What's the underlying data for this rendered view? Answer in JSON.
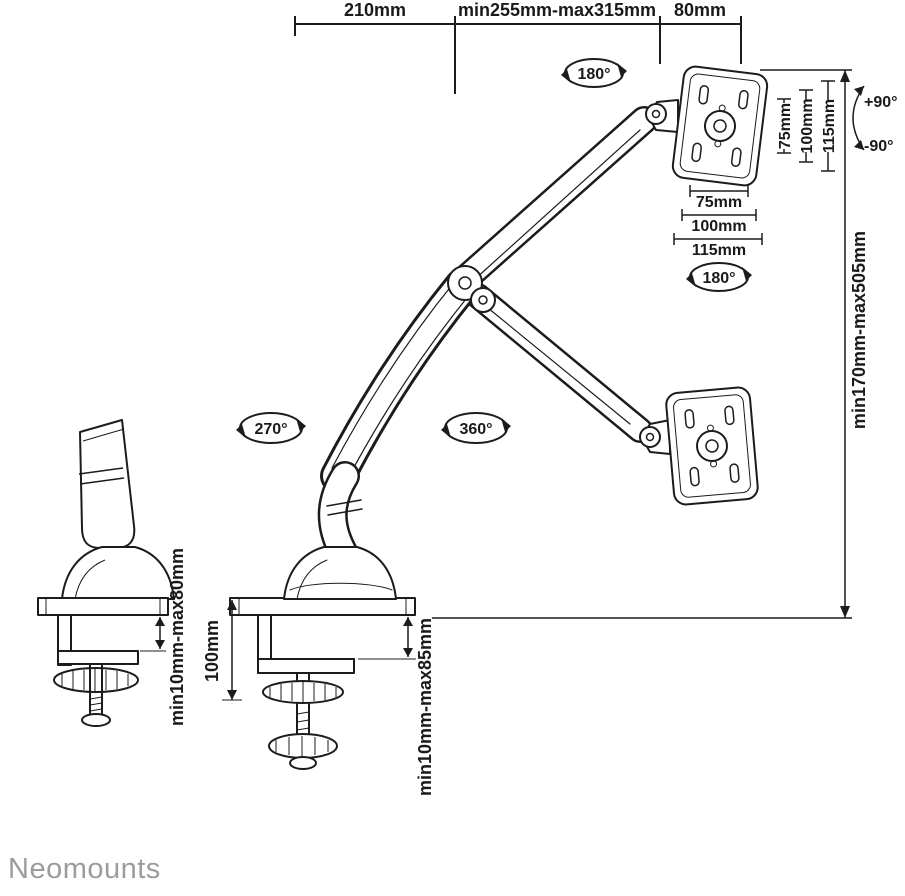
{
  "brand": "Neomounts",
  "colors": {
    "ink": "#1c1c1c",
    "brand_text": "#9c9c9c",
    "background": "#ffffff"
  },
  "labels": {
    "arm_reach": "210mm",
    "extension_range": "min255mm-max315mm",
    "vesa_width": "80mm",
    "swivel_top": "180°",
    "swivel_bottom": "180°",
    "swivel_base": "270°",
    "swivel_elbow": "360°",
    "tilt_up": "+90°",
    "tilt_down": "-90°",
    "height_range": "min170mm-max505mm",
    "vesa_side_1": "75mm",
    "vesa_side_2": "100mm",
    "vesa_side_3": "115mm",
    "vesa_bottom_1": "75mm",
    "vesa_bottom_2": "100mm",
    "vesa_bottom_3": "115mm",
    "clamp_side_range": "min10mm-max80mm",
    "clamp_height": "100mm",
    "clamp_main_range": "min10mm-max85mm"
  }
}
